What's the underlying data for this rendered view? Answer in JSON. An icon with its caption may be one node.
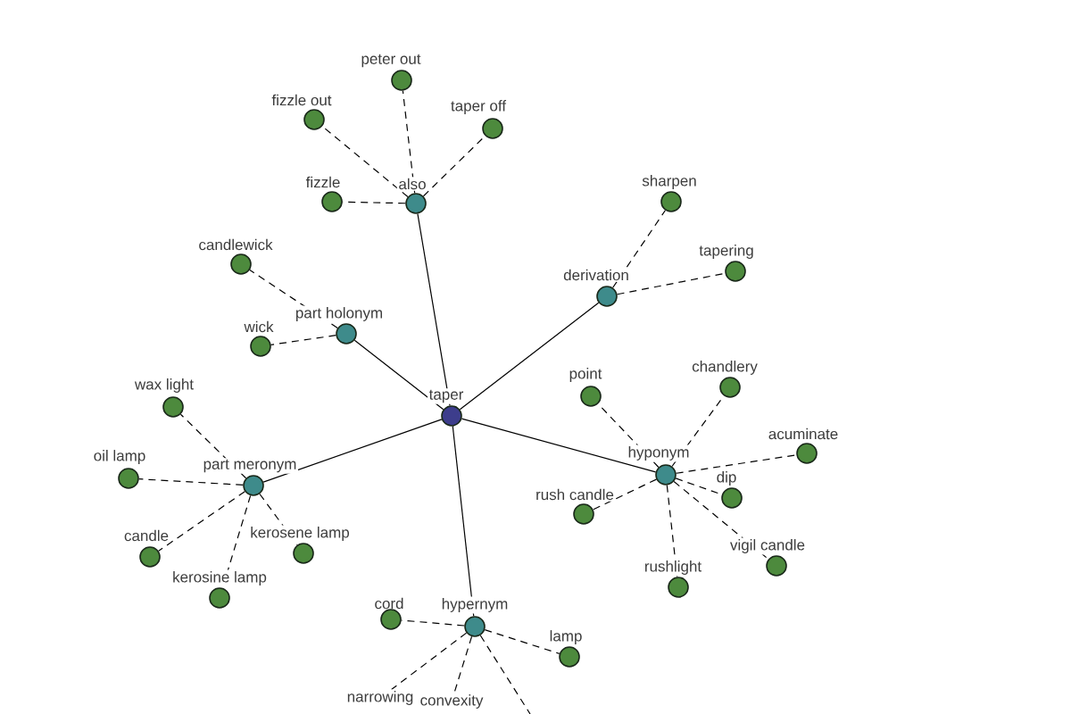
{
  "diagram": {
    "nodes": [
      {
        "text": [
          "peter out"
        ]
      },
      {
        "text": [
          "fizzle out"
        ]
      },
      {
        "text": [
          "taper off"
        ]
      },
      {
        "text": [
          "fizzle"
        ]
      },
      {
        "text": [
          "also"
        ]
      },
      {
        "text": [
          "sharpen"
        ]
      },
      {
        "text": [
          "candlewick"
        ]
      },
      {
        "text": [
          "tapering"
        ]
      },
      {
        "text": [
          "derivation"
        ]
      },
      {
        "text": [
          "part holonym"
        ]
      },
      {
        "text": [
          "wick"
        ]
      },
      {
        "text": [
          "point"
        ]
      },
      {
        "text": [
          "chandlery"
        ]
      },
      {
        "text": [
          "wax light"
        ]
      },
      {
        "text": [
          "taper"
        ]
      },
      {
        "text": [
          "acuminate"
        ]
      },
      {
        "text": [
          "oil lamp"
        ]
      },
      {
        "text": [
          "hyponym"
        ]
      },
      {
        "text": [
          "part meronym"
        ]
      },
      {
        "text": [
          "dip"
        ]
      },
      {
        "text": [
          "rush candle"
        ]
      },
      {
        "text": [
          "kerosene lamp"
        ]
      },
      {
        "text": [
          "candle"
        ]
      },
      {
        "text": [
          "vigil candle"
        ]
      },
      {
        "text": [
          "rushlight"
        ]
      },
      {
        "text": [
          "kerosine lamp"
        ]
      },
      {
        "text": [
          "cord"
        ]
      },
      {
        "text": [
          "hypernym"
        ]
      },
      {
        "text": [
          "lamp"
        ]
      },
      {
        "text": [
          "narrowing"
        ]
      },
      {
        "text": [
          "convexity"
        ]
      }
    ],
    "edges": [
      {
        "from": 14,
        "to": 4,
        "arrow": "none"
      },
      {
        "from": 14,
        "to": 8,
        "arrow": "none"
      },
      {
        "from": 14,
        "to": 9,
        "arrow": "none"
      },
      {
        "from": 14,
        "to": 18,
        "arrow": "none"
      },
      {
        "from": 14,
        "to": 17,
        "arrow": "none"
      },
      {
        "from": 14,
        "to": 27,
        "arrow": "none"
      },
      {
        "from": 4,
        "to": 0,
        "arrow": "none",
        "style": "dashed"
      },
      {
        "from": 4,
        "to": 1,
        "arrow": "none",
        "style": "dashed"
      },
      {
        "from": 4,
        "to": 2,
        "arrow": "none",
        "style": "dashed"
      },
      {
        "from": 4,
        "to": 3,
        "arrow": "none",
        "style": "dashed"
      },
      {
        "from": 8,
        "to": 5,
        "arrow": "none",
        "style": "dashed"
      },
      {
        "from": 8,
        "to": 7,
        "arrow": "none",
        "style": "dashed"
      },
      {
        "from": 9,
        "to": 6,
        "arrow": "none",
        "style": "dashed"
      },
      {
        "from": 9,
        "to": 10,
        "arrow": "none",
        "style": "dashed"
      },
      {
        "from": 18,
        "to": 13,
        "arrow": "none",
        "style": "dashed"
      },
      {
        "from": 18,
        "to": 16,
        "arrow": "none",
        "style": "dashed"
      },
      {
        "from": 18,
        "to": 22,
        "arrow": "none",
        "style": "dashed"
      },
      {
        "from": 18,
        "to": 21,
        "arrow": "none",
        "style": "dashed"
      },
      {
        "from": 18,
        "to": 25,
        "arrow": "none",
        "style": "dashed"
      },
      {
        "from": 17,
        "to": 11,
        "arrow": "none",
        "style": "dashed"
      },
      {
        "from": 17,
        "to": 12,
        "arrow": "none",
        "style": "dashed"
      },
      {
        "from": 17,
        "to": 15,
        "arrow": "none",
        "style": "dashed"
      },
      {
        "from": 17,
        "to": 19,
        "arrow": "none",
        "style": "dashed"
      },
      {
        "from": 17,
        "to": 20,
        "arrow": "none",
        "style": "dashed"
      },
      {
        "from": 17,
        "to": 23,
        "arrow": "none",
        "style": "dashed"
      },
      {
        "from": 17,
        "to": 24,
        "arrow": "none",
        "style": "dashed"
      },
      {
        "from": 27,
        "to": 26,
        "arrow": "none",
        "style": "dashed"
      },
      {
        "from": 27,
        "to": 28,
        "arrow": "none",
        "style": "dashed"
      },
      {
        "from": 27,
        "to": 29,
        "arrow": "none",
        "style": "dashed"
      },
      {
        "from": 27,
        "to": 30,
        "arrow": "none",
        "style": "dashed"
      },
      {
        "from": 27,
        "to": null,
        "arrow": "none",
        "style": "dashed"
      }
    ]
  }
}
